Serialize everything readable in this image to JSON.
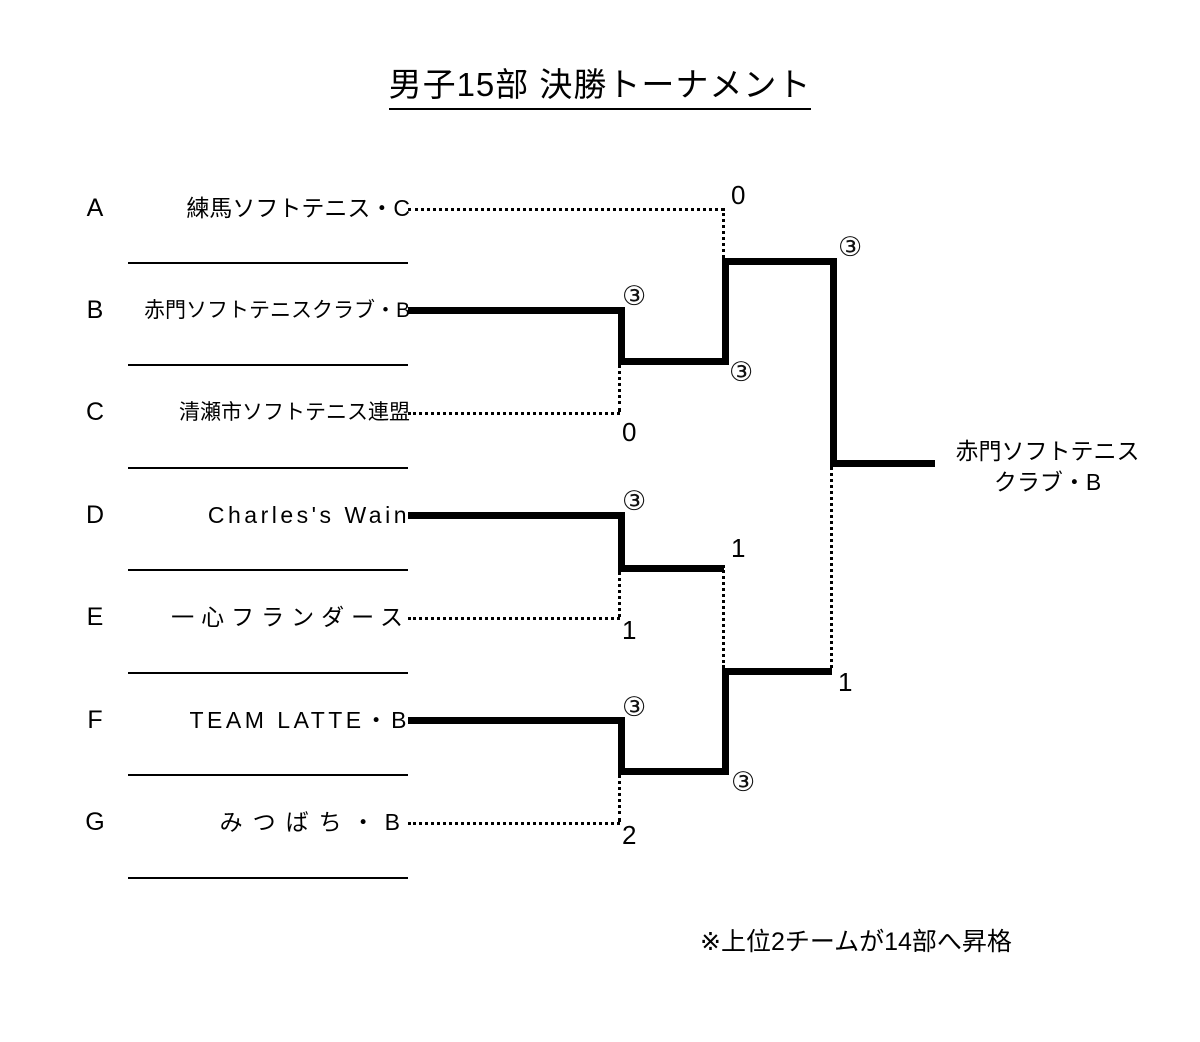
{
  "title": "男子15部 決勝トーナメント",
  "note": "※上位2チームが14部へ昇格",
  "champion": {
    "line1": "赤門ソフトテニス",
    "line2": "クラブ・B"
  },
  "seeds": [
    {
      "letter": "A",
      "name": "練馬ソフトテニス・C"
    },
    {
      "letter": "B",
      "name": "赤門ソフトテニスクラブ・B"
    },
    {
      "letter": "C",
      "name": "清瀬市ソフトテニス連盟"
    },
    {
      "letter": "D",
      "name": "Charles's Wain"
    },
    {
      "letter": "E",
      "name": "一心フランダース"
    },
    {
      "letter": "F",
      "name": "TEAM LATTE・B"
    },
    {
      "letter": "G",
      "name": "みつばち・B"
    }
  ],
  "scores": {
    "r1_bc_win": "③",
    "r1_a_lose": "0",
    "r1_c_lose": "0",
    "r1_de_win": "③",
    "r1_e_lose": "1",
    "r1_fg_win": "③",
    "r1_g_lose": "2",
    "r2_upper_win": "③",
    "r2_upper_lose": "③",
    "r2_lower_d_lose": "1",
    "r2_lower_win": "③",
    "final_win": "③",
    "final_lose": "1"
  }
}
